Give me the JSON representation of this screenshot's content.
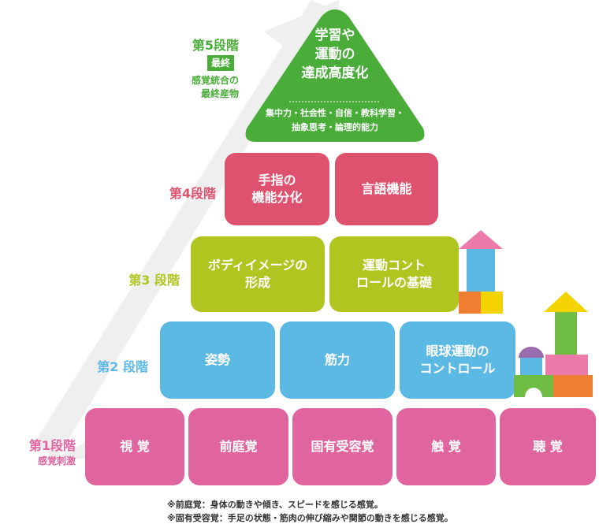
{
  "stage5": {
    "label": "第5段階",
    "badge": "最終",
    "sub": "感覚統合の\n最終産物",
    "title": "学習や\n運動の\n達成高度化",
    "desc": "集中力・社会性・自信・教科学習・\n抽象思考・論理的能力"
  },
  "stage4": {
    "label": "第4段階",
    "boxes": [
      "手指の\n機能分化",
      "言語機能"
    ]
  },
  "stage3": {
    "label": "第3 段階",
    "boxes": [
      "ボディイメージの\n形成",
      "運動コント\nロールの基礎"
    ]
  },
  "stage2": {
    "label": "第2 段階",
    "boxes": [
      "姿勢",
      "筋力",
      "眼球運動の\nコントロール"
    ]
  },
  "stage1": {
    "label": "第1段階",
    "sub": "感覚刺激",
    "boxes": [
      "視 覚",
      "前庭覚",
      "固有受容覚",
      "触 覚",
      "聴 覚"
    ]
  },
  "footnotes": [
    "※前庭覚：身体の動きや傾き、スピードを感じる感覚。",
    "※固有受容覚：手足の状態・筋肉の伸び縮みや関節の動きを感じる感覚。"
  ],
  "colors": {
    "stage1": "#e0659e",
    "stage2": "#5cb9e3",
    "stage3": "#b0c51f",
    "stage4": "#de5270",
    "stage5": "#4aad3a",
    "arrow": "#efefef"
  }
}
